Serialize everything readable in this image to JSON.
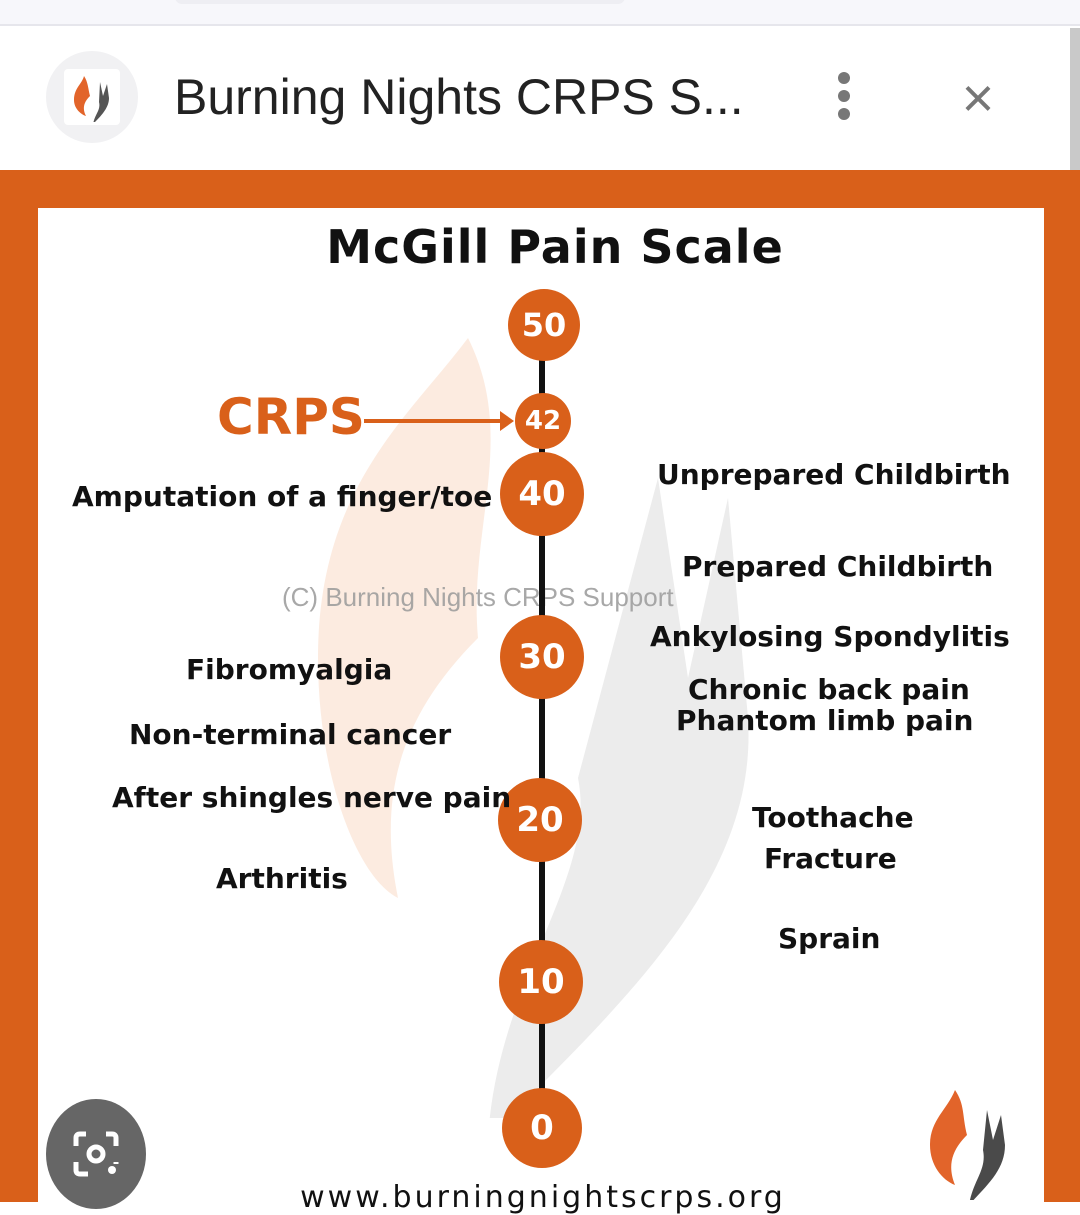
{
  "browser": {
    "title": "Burning Nights CRPS S...",
    "menu_icon": "more-vert-icon",
    "close_icon": "close-icon",
    "lens_icon": "google-lens-icon"
  },
  "image": {
    "title": "McGill Pain Scale",
    "highlight": {
      "label": "CRPS",
      "value": "42"
    },
    "scale": [
      "50",
      "42",
      "40",
      "30",
      "20",
      "10",
      "0"
    ],
    "left_labels": [
      "Amputation of a finger/toe",
      "Fibromyalgia",
      "Non-terminal cancer",
      "After shingles nerve pain",
      "Arthritis"
    ],
    "right_labels": [
      "Unprepared Childbirth",
      "Prepared Childbirth",
      "Ankylosing Spondylitis",
      "Chronic back pain",
      "Phantom limb pain",
      "Toothache",
      "Fracture",
      "Sprain"
    ],
    "watermark": "(C) Burning Nights CRPS Support",
    "url": "www.burningnightscrps.org",
    "colors": {
      "accent": "#d9601a",
      "text": "#111111"
    }
  }
}
